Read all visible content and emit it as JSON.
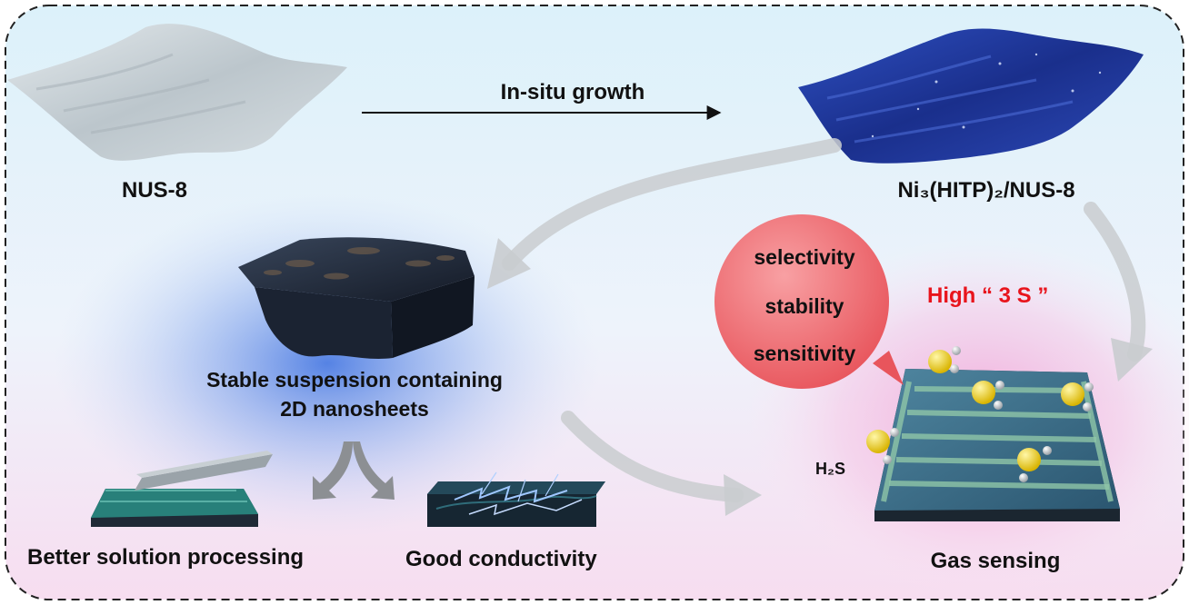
{
  "diagram": {
    "arrow_label": "In-situ growth",
    "nus8_label": "NUS-8",
    "composite_label": "Ni₃(HITP)₂/NUS-8",
    "suspension_label_line1": "Stable suspension containing",
    "suspension_label_line2": "2D nanosheets",
    "processing_label": "Better solution processing",
    "conductivity_label": "Good conductivity",
    "gas_sensing_label": "Gas sensing",
    "h2s_label": "H₂S",
    "high_3s_label": "High “ 3 S ”",
    "bubble_items": [
      "selectivity",
      "stability",
      "sensitivity"
    ]
  },
  "colors": {
    "background_top": "#dff3fa",
    "background_bottom": "#f6dff0",
    "nus8_sheet": "#c9d1d6",
    "composite_sheet": "#1f3aa0",
    "bubble": "#ef6a6f",
    "high_3s": "#e8141c",
    "sulfur_atom": "#f3d21a"
  }
}
